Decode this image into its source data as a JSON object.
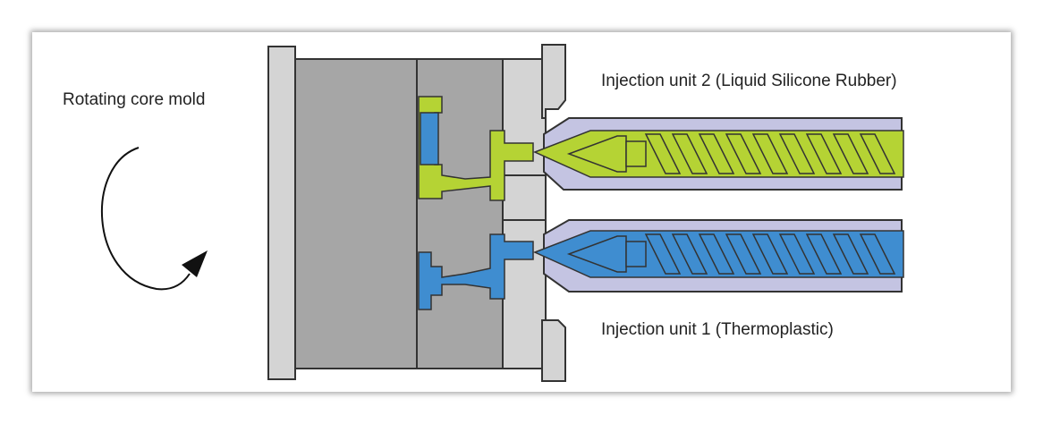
{
  "labels": {
    "rotating": "Rotating core mold",
    "unit2": "Injection unit 2 (Liquid Silicone Rubber)",
    "unit1": "Injection unit 1 (Thermoplastic)"
  },
  "colors": {
    "platen": "#d4d4d4",
    "mold_block": "#a6a6a6",
    "barrel": "#c4c4e2",
    "lsr_material": "#b5d334",
    "thermoplastic_material": "#3f8dd0",
    "outline": "#333333"
  }
}
